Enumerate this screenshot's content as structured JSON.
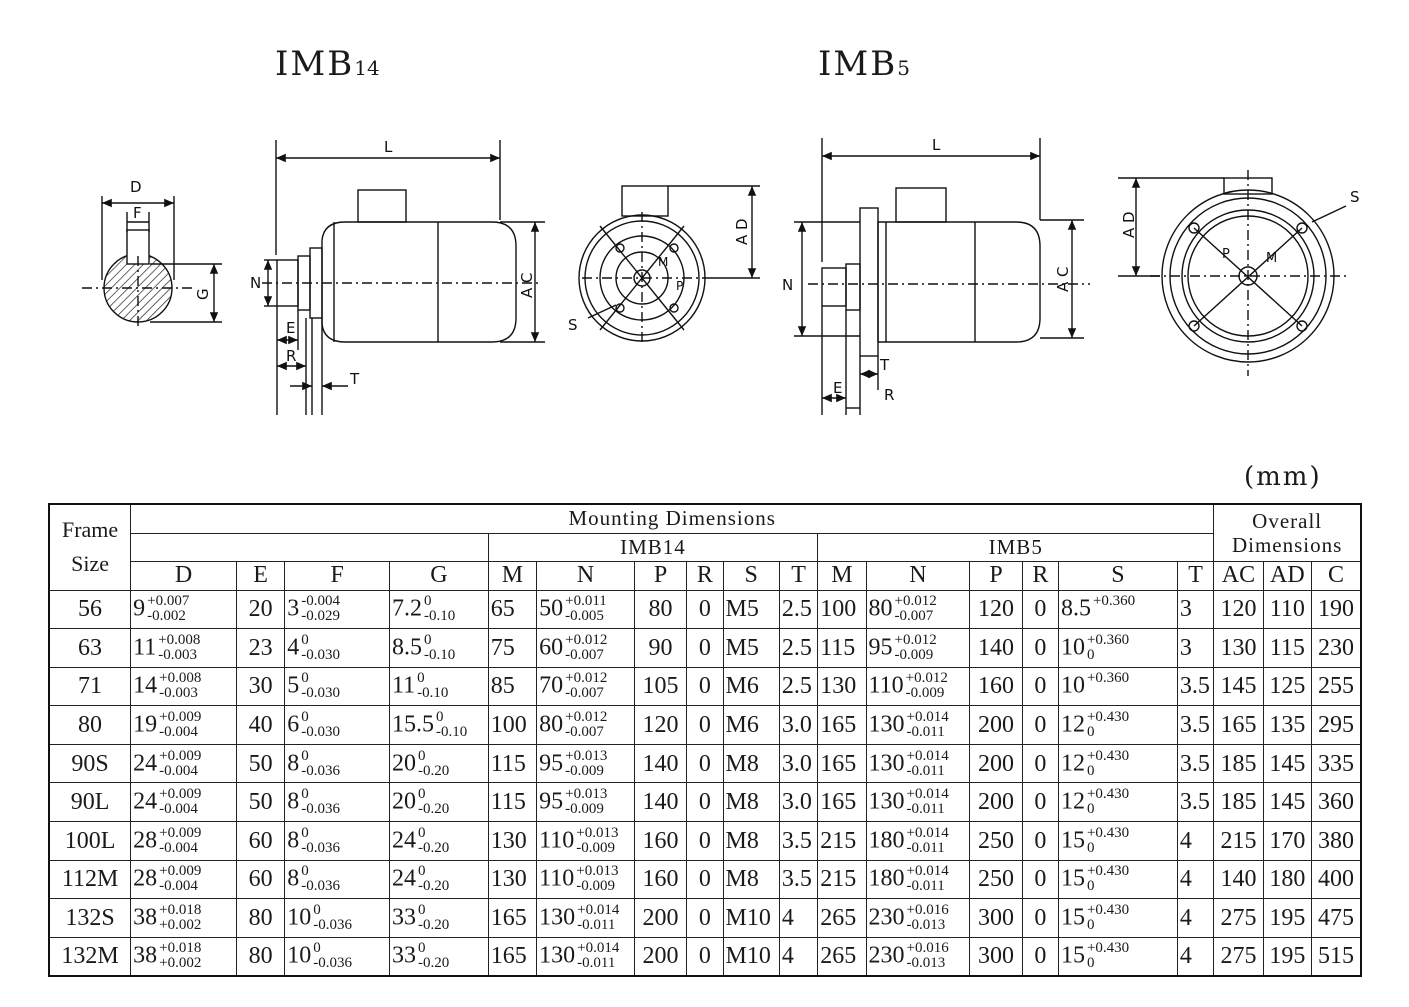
{
  "titles": {
    "left_main": "IMB",
    "left_sub": "14",
    "right_main": "IMB",
    "right_sub": "5"
  },
  "drawing_labels": {
    "shaft_D": "D",
    "shaft_F": "F",
    "shaft_G": "G",
    "b14_L": "L",
    "b14_N": "N",
    "b14_E": "E",
    "b14_R": "R",
    "b14_T": "T",
    "b14_AC": "A C",
    "b14f_AD": "A D",
    "b14f_S": "S",
    "b14f_M": "M",
    "b14f_P": "P",
    "b5_L": "L",
    "b5_N": "N",
    "b5_E": "E",
    "b5_T": "T",
    "b5_R": "R",
    "b5_AC": "A C",
    "b5f_AD": "A D",
    "b5f_S": "S",
    "b5f_P": "P",
    "b5f_M": "M"
  },
  "unit_label": "(mm)",
  "table": {
    "frame_size_label": [
      "Frame",
      "Size"
    ],
    "mounting_dimensions_label": "Mounting  Dimensions",
    "overall_dimensions_label": [
      "Overall",
      "Dimensions"
    ],
    "imb14_label": "IMB14",
    "imb5_label": "IMB5",
    "columns": [
      "D",
      "E",
      "F",
      "G",
      "M",
      "N",
      "P",
      "R",
      "S",
      "T",
      "M",
      "N",
      "P",
      "R",
      "S",
      "T",
      "AC",
      "AD",
      "C"
    ],
    "rows": [
      {
        "frame": "56",
        "D": "9",
        "D_tol": [
          "+0.007",
          "-0.002"
        ],
        "E": "20",
        "F": "3",
        "F_tol": [
          "-0.004",
          "-0.029"
        ],
        "G": "7.2",
        "G_tol": [
          "0",
          "-0.10"
        ],
        "M14": "65",
        "N14": "50",
        "N14_tol": [
          "+0.011",
          "-0.005"
        ],
        "P14": "80",
        "R14": "0",
        "S14": "M5",
        "T14": "2.5",
        "M5": "100",
        "N5": "80",
        "N5_tol": [
          "+0.012",
          "-0.007"
        ],
        "P5": "120",
        "R5": "0",
        "S5": "8.5",
        "S5_tol": [
          "+0.360",
          ""
        ],
        "T5": "3",
        "AC": "120",
        "AD": "110",
        "C": "190"
      },
      {
        "frame": "63",
        "D": "11",
        "D_tol": [
          "+0.008",
          "-0.003"
        ],
        "E": "23",
        "F": "4",
        "F_tol": [
          "0",
          "-0.030"
        ],
        "G": "8.5",
        "G_tol": [
          "0",
          "-0.10"
        ],
        "M14": "75",
        "N14": "60",
        "N14_tol": [
          "+0.012",
          "-0.007"
        ],
        "P14": "90",
        "R14": "0",
        "S14": "M5",
        "T14": "2.5",
        "M5": "115",
        "N5": "95",
        "N5_tol": [
          "+0.012",
          "-0.009"
        ],
        "P5": "140",
        "R5": "0",
        "S5": "10",
        "S5_tol": [
          "+0.360",
          "0"
        ],
        "T5": "3",
        "AC": "130",
        "AD": "115",
        "C": "230"
      },
      {
        "frame": "71",
        "D": "14",
        "D_tol": [
          "+0.008",
          "-0.003"
        ],
        "E": "30",
        "F": "5",
        "F_tol": [
          "0",
          "-0.030"
        ],
        "G": "11",
        "G_tol": [
          "0",
          "-0.10"
        ],
        "M14": "85",
        "N14": "70",
        "N14_tol": [
          "+0.012",
          "-0.007"
        ],
        "P14": "105",
        "R14": "0",
        "S14": "M6",
        "T14": "2.5",
        "M5": "130",
        "N5": "110",
        "N5_tol": [
          "+0.012",
          "-0.009"
        ],
        "P5": "160",
        "R5": "0",
        "S5": "10",
        "S5_tol": [
          "+0.360",
          ""
        ],
        "T5": "3.5",
        "AC": "145",
        "AD": "125",
        "C": "255"
      },
      {
        "frame": "80",
        "D": "19",
        "D_tol": [
          "+0.009",
          "-0.004"
        ],
        "E": "40",
        "F": "6",
        "F_tol": [
          "0",
          "-0.030"
        ],
        "G": "15.5",
        "G_tol": [
          "0",
          "-0.10"
        ],
        "M14": "100",
        "N14": "80",
        "N14_tol": [
          "+0.012",
          "-0.007"
        ],
        "P14": "120",
        "R14": "0",
        "S14": "M6",
        "T14": "3.0",
        "M5": "165",
        "N5": "130",
        "N5_tol": [
          "+0.014",
          "-0.011"
        ],
        "P5": "200",
        "R5": "0",
        "S5": "12",
        "S5_tol": [
          "+0.430",
          "0"
        ],
        "T5": "3.5",
        "AC": "165",
        "AD": "135",
        "C": "295"
      },
      {
        "frame": "90S",
        "D": "24",
        "D_tol": [
          "+0.009",
          "-0.004"
        ],
        "E": "50",
        "F": "8",
        "F_tol": [
          "0",
          "-0.036"
        ],
        "G": "20",
        "G_tol": [
          "0",
          "-0.20"
        ],
        "M14": "115",
        "N14": "95",
        "N14_tol": [
          "+0.013",
          "-0.009"
        ],
        "P14": "140",
        "R14": "0",
        "S14": "M8",
        "T14": "3.0",
        "M5": "165",
        "N5": "130",
        "N5_tol": [
          "+0.014",
          "-0.011"
        ],
        "P5": "200",
        "R5": "0",
        "S5": "12",
        "S5_tol": [
          "+0.430",
          "0"
        ],
        "T5": "3.5",
        "AC": "185",
        "AD": "145",
        "C": "335"
      },
      {
        "frame": "90L",
        "D": "24",
        "D_tol": [
          "+0.009",
          "-0.004"
        ],
        "E": "50",
        "F": "8",
        "F_tol": [
          "0",
          "-0.036"
        ],
        "G": "20",
        "G_tol": [
          "0",
          "-0.20"
        ],
        "M14": "115",
        "N14": "95",
        "N14_tol": [
          "+0.013",
          "-0.009"
        ],
        "P14": "140",
        "R14": "0",
        "S14": "M8",
        "T14": "3.0",
        "M5": "165",
        "N5": "130",
        "N5_tol": [
          "+0.014",
          "-0.011"
        ],
        "P5": "200",
        "R5": "0",
        "S5": "12",
        "S5_tol": [
          "+0.430",
          "0"
        ],
        "T5": "3.5",
        "AC": "185",
        "AD": "145",
        "C": "360"
      },
      {
        "frame": "100L",
        "D": "28",
        "D_tol": [
          "+0.009",
          "-0.004"
        ],
        "E": "60",
        "F": "8",
        "F_tol": [
          "0",
          "-0.036"
        ],
        "G": "24",
        "G_tol": [
          "0",
          "-0.20"
        ],
        "M14": "130",
        "N14": "110",
        "N14_tol": [
          "+0.013",
          "-0.009"
        ],
        "P14": "160",
        "R14": "0",
        "S14": "M8",
        "T14": "3.5",
        "M5": "215",
        "N5": "180",
        "N5_tol": [
          "+0.014",
          "-0.011"
        ],
        "P5": "250",
        "R5": "0",
        "S5": "15",
        "S5_tol": [
          "+0.430",
          "0"
        ],
        "T5": "4",
        "AC": "215",
        "AD": "170",
        "C": "380"
      },
      {
        "frame": "112M",
        "D": "28",
        "D_tol": [
          "+0.009",
          "-0.004"
        ],
        "E": "60",
        "F": "8",
        "F_tol": [
          "0",
          "-0.036"
        ],
        "G": "24",
        "G_tol": [
          "0",
          "-0.20"
        ],
        "M14": "130",
        "N14": "110",
        "N14_tol": [
          "+0.013",
          "-0.009"
        ],
        "P14": "160",
        "R14": "0",
        "S14": "M8",
        "T14": "3.5",
        "M5": "215",
        "N5": "180",
        "N5_tol": [
          "+0.014",
          "-0.011"
        ],
        "P5": "250",
        "R5": "0",
        "S5": "15",
        "S5_tol": [
          "+0.430",
          "0"
        ],
        "T5": "4",
        "AC": "140",
        "AD": "180",
        "C": "400"
      },
      {
        "frame": "132S",
        "D": "38",
        "D_tol": [
          "+0.018",
          "+0.002"
        ],
        "E": "80",
        "F": "10",
        "F_tol": [
          "0",
          "-0.036"
        ],
        "G": "33",
        "G_tol": [
          "0",
          "-0.20"
        ],
        "M14": "165",
        "N14": "130",
        "N14_tol": [
          "+0.014",
          "-0.011"
        ],
        "P14": "200",
        "R14": "0",
        "S14": "M10",
        "T14": "4",
        "M5": "265",
        "N5": "230",
        "N5_tol": [
          "+0.016",
          "-0.013"
        ],
        "P5": "300",
        "R5": "0",
        "S5": "15",
        "S5_tol": [
          "+0.430",
          "0"
        ],
        "T5": "4",
        "AC": "275",
        "AD": "195",
        "C": "475"
      },
      {
        "frame": "132M",
        "D": "38",
        "D_tol": [
          "+0.018",
          "+0.002"
        ],
        "E": "80",
        "F": "10",
        "F_tol": [
          "0",
          "-0.036"
        ],
        "G": "33",
        "G_tol": [
          "0",
          "-0.20"
        ],
        "M14": "165",
        "N14": "130",
        "N14_tol": [
          "+0.014",
          "-0.011"
        ],
        "P14": "200",
        "R14": "0",
        "S14": "M10",
        "T14": "4",
        "M5": "265",
        "N5": "230",
        "N5_tol": [
          "+0.016",
          "-0.013"
        ],
        "P5": "300",
        "R5": "0",
        "S5": "15",
        "S5_tol": [
          "+0.430",
          "0"
        ],
        "T5": "4",
        "AC": "275",
        "AD": "195",
        "C": "515"
      }
    ]
  }
}
